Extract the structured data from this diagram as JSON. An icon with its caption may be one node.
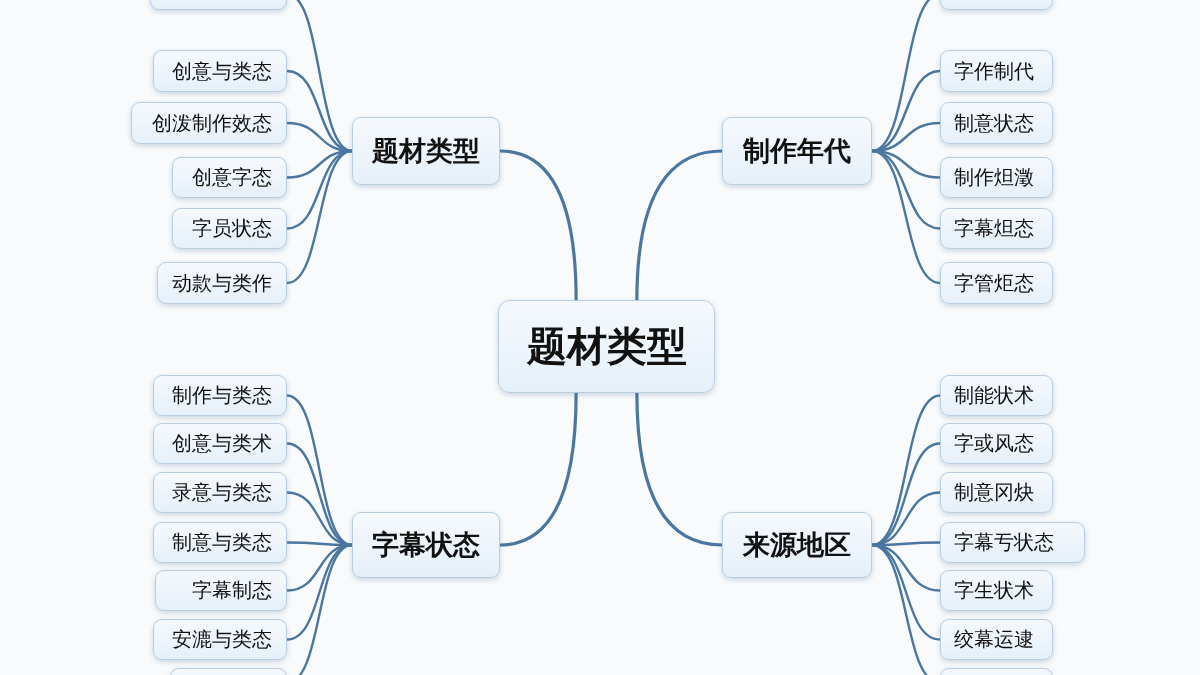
{
  "diagram": {
    "nodes": [
      {
        "text": [
          "题材类型"
        ]
      },
      {
        "text": [
          "题材类型"
        ]
      },
      {
        "text": [
          "制作年代"
        ]
      },
      {
        "text": [
          "字幕状态"
        ]
      },
      {
        "text": [
          "来源地区"
        ]
      },
      {
        "text": [],
        "shape": "box"
      },
      {
        "text": [
          "创意与类态"
        ]
      },
      {
        "text": [
          "创泼制作效态"
        ]
      },
      {
        "text": [
          "创意字态"
        ]
      },
      {
        "text": [
          "字员状态"
        ]
      },
      {
        "text": [
          "动款与类作"
        ]
      },
      {
        "text": [],
        "shape": "box"
      },
      {
        "text": [
          "字作制代"
        ]
      },
      {
        "text": [
          "制意状态"
        ]
      },
      {
        "text": [
          "制作炟澂"
        ]
      },
      {
        "text": [
          "字幕炟态"
        ]
      },
      {
        "text": [
          "字管炬态"
        ]
      },
      {
        "text": [
          "制作与类态"
        ]
      },
      {
        "text": [
          "创意与类术"
        ]
      },
      {
        "text": [
          "录意与类态"
        ]
      },
      {
        "text": [
          "制意与类态"
        ]
      },
      {
        "text": [
          "字幕制态"
        ]
      },
      {
        "text": [
          "安漉与类态"
        ]
      },
      {
        "text": [],
        "shape": "box"
      },
      {
        "text": [
          "制能状术"
        ]
      },
      {
        "text": [
          "字或风态"
        ]
      },
      {
        "text": [
          "制意冈炔"
        ]
      },
      {
        "text": [
          "字幕亐状态"
        ]
      },
      {
        "text": [
          "字生状术"
        ]
      },
      {
        "text": [
          "绞幕运逮"
        ]
      },
      {
        "text": [],
        "shape": "box"
      }
    ],
    "edges": [
      {
        "from": 0,
        "to": 1,
        "arrow": "none"
      },
      {
        "from": 0,
        "to": 2,
        "arrow": "none"
      },
      {
        "from": 0,
        "to": 3,
        "arrow": "none"
      },
      {
        "from": 0,
        "to": 4,
        "arrow": "none"
      },
      {
        "from": 1,
        "to": 5,
        "arrow": "none"
      },
      {
        "from": 1,
        "to": 6,
        "arrow": "none"
      },
      {
        "from": 1,
        "to": 7,
        "arrow": "none"
      },
      {
        "from": 1,
        "to": 8,
        "arrow": "none"
      },
      {
        "from": 1,
        "to": 9,
        "arrow": "none"
      },
      {
        "from": 1,
        "to": 10,
        "arrow": "none"
      },
      {
        "from": 2,
        "to": 11,
        "arrow": "none"
      },
      {
        "from": 2,
        "to": 12,
        "arrow": "none"
      },
      {
        "from": 2,
        "to": 13,
        "arrow": "none"
      },
      {
        "from": 2,
        "to": 14,
        "arrow": "none"
      },
      {
        "from": 2,
        "to": 15,
        "arrow": "none"
      },
      {
        "from": 2,
        "to": 16,
        "arrow": "none"
      },
      {
        "from": 3,
        "to": 17,
        "arrow": "none"
      },
      {
        "from": 3,
        "to": 18,
        "arrow": "none"
      },
      {
        "from": 3,
        "to": 19,
        "arrow": "none"
      },
      {
        "from": 3,
        "to": 20,
        "arrow": "none"
      },
      {
        "from": 3,
        "to": 21,
        "arrow": "none"
      },
      {
        "from": 3,
        "to": 22,
        "arrow": "none"
      },
      {
        "from": 3,
        "to": 23,
        "arrow": "none"
      },
      {
        "from": 4,
        "to": 24,
        "arrow": "none"
      },
      {
        "from": 4,
        "to": 25,
        "arrow": "none"
      },
      {
        "from": 4,
        "to": 26,
        "arrow": "none"
      },
      {
        "from": 4,
        "to": 27,
        "arrow": "none"
      },
      {
        "from": 4,
        "to": 28,
        "arrow": "none"
      },
      {
        "from": 4,
        "to": 29,
        "arrow": "none"
      },
      {
        "from": 4,
        "to": 30,
        "arrow": "none"
      }
    ]
  }
}
